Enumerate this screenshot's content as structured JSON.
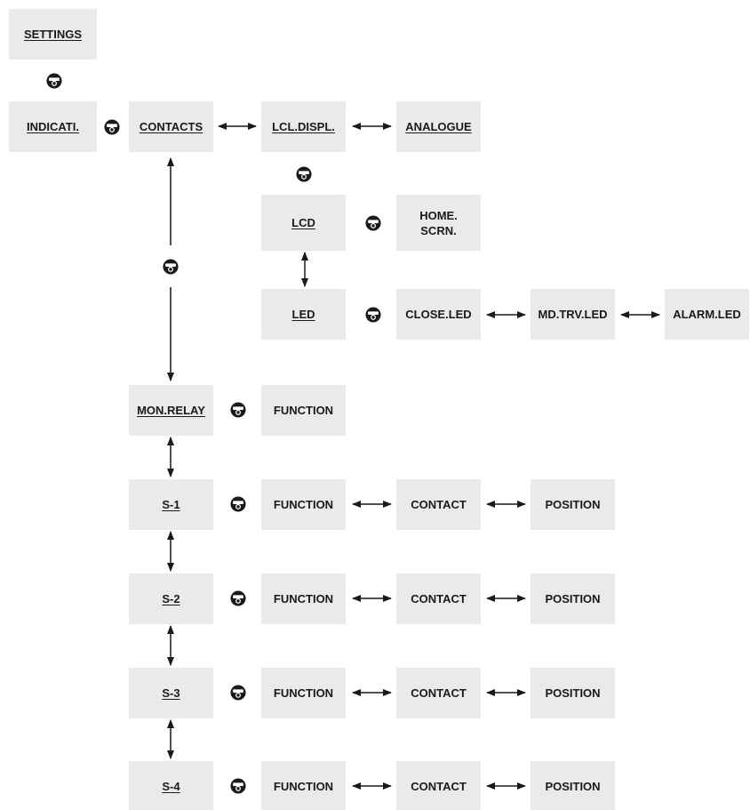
{
  "nodes": {
    "settings": "SETTINGS",
    "indicati": "INDICATI.",
    "contacts": "CONTACTS",
    "lcl_displ": "LCL.DISPL.",
    "analogue": "ANALOGUE",
    "lcd": "LCD",
    "home_scrn": "HOME.\nSCRN.",
    "led": "LED",
    "close_led": "CLOSE.LED",
    "md_trv_led": "MD.TRV.LED",
    "alarm_led": "ALARM.LED",
    "mon_relay": "MON.RELAY",
    "mon_function": "FUNCTION",
    "s1": "S-1",
    "s1_function": "FUNCTION",
    "s1_contact": "CONTACT",
    "s1_position": "POSITION",
    "s2": "S-2",
    "s2_function": "FUNCTION",
    "s2_contact": "CONTACT",
    "s2_position": "POSITION",
    "s3": "S-3",
    "s3_function": "FUNCTION",
    "s3_contact": "CONTACT",
    "s3_position": "POSITION",
    "s4": "S-4",
    "s4_function": "FUNCTION",
    "s4_contact": "CONTACT",
    "s4_position": "POSITION"
  },
  "icons": {
    "enter_knob": "rotary-knob-icon",
    "navigation_arrow": "double-headed-arrow"
  },
  "colors": {
    "box_fill": "#eaeaea",
    "text": "#1a1a1a",
    "icon": "#1a1a1a"
  }
}
